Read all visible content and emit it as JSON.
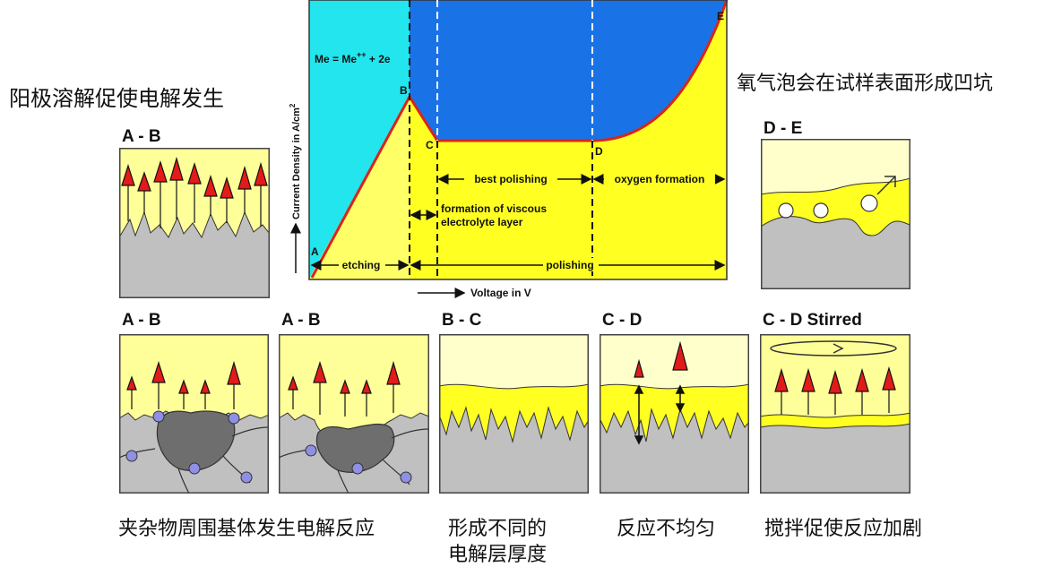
{
  "chart": {
    "ylabel": "Current Density in A/cm",
    "ylabel_sup": "2",
    "xlabel": "Voltage in V",
    "equation": "Me = Me",
    "equation_sup": "++",
    "equation_tail": " + 2e",
    "points": [
      "A",
      "B",
      "C",
      "D",
      "E"
    ],
    "regions": {
      "etching": "etching",
      "polishing": "polishing",
      "best": "best polishing",
      "oxygen": "oxygen formation",
      "viscous1": "formation of viscous",
      "viscous2": "electrolyte layer"
    },
    "colors": {
      "cyan": "#22e5ee",
      "blue": "#1a73e6",
      "yellow": "#ffff22",
      "curve": "#d9241a"
    }
  },
  "captions": {
    "top_left": "阳极溶解促使电解发生",
    "top_right": "氧气泡会在试样表面形成凹坑",
    "p1": "夹杂物周围基体发生电解反应",
    "p3_line1": "形成不同的",
    "p3_line2": "电解层厚度",
    "p4": "反应不均匀",
    "p5": "搅拌促使反应加剧"
  },
  "panels": {
    "ab_top": "A - B",
    "de": "D - E",
    "ab1": "A - B",
    "ab2": "A - B",
    "bc": "B - C",
    "cd": "C - D",
    "cds": "C - D Stirred"
  }
}
